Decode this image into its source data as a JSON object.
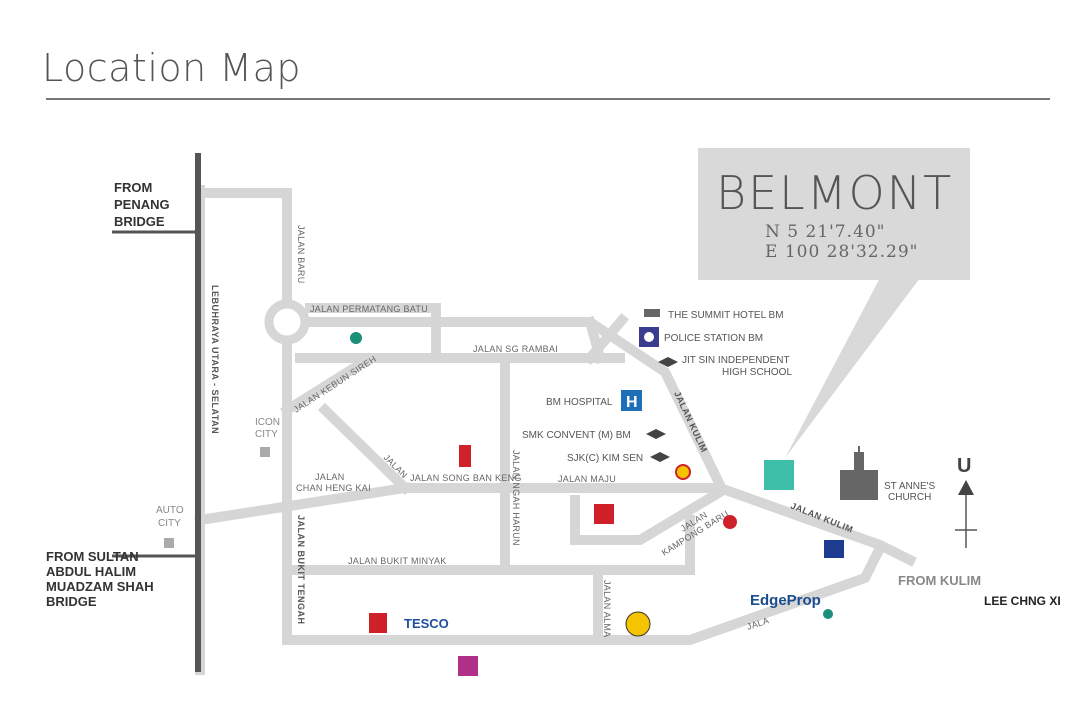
{
  "title": "Location Map",
  "callout": {
    "brand": "BELMONT",
    "lat": "N 5  21'7.40\"",
    "lon": "E 100  28'32.29\""
  },
  "origins": {
    "penang": [
      "FROM",
      "PENANG",
      "BRIDGE"
    ],
    "sultan": [
      "FROM SULTAN",
      "ABDUL HALIM",
      "MUADZAM SHAH",
      "BRIDGE"
    ],
    "kulim": "FROM KULIM"
  },
  "roads": {
    "jalan_baru": "JALAN BARU",
    "lebuhraya": "LEBUHRAYA UTARA - SELATAN",
    "permatang_batu": "JALAN PERMATANG BATU",
    "sg_rambai": "JALAN SG RAMBAI",
    "kebun_sireh": "JALAN KEBUN SIREH",
    "song_ban_keng": "JALAN SONG BAN KENG",
    "chan_heng_kai_1": "JALAN",
    "chan_heng_kai_2": "CHAN HENG KAI",
    "jalan_short": "JALAN",
    "maju": "JALAN MAJU",
    "bukit_minyak": "JALAN BUKIT MINYAK",
    "bukit_tengah": "JALAN BUKIT TENGAH",
    "ngah_harun": "JALAN NGAH HARUN",
    "alma": "JALAN ALMA",
    "kampong_baru_1": "JALAN",
    "kampong_baru_2": "KAMPONG BARU",
    "kulim_1": "JALAN KULIM",
    "kulim_2": "JALAN KULIM",
    "jalan_partial": "JALA"
  },
  "places": {
    "summit": "THE SUMMIT HOTEL BM",
    "police": "POLICE STATION BM",
    "jitsin_1": "JIT SIN INDEPENDENT",
    "jitsin_2": "HIGH SCHOOL",
    "hospital": "BM HOSPITAL",
    "smk": "SMK CONVENT (M) BM",
    "sjk": "SJK(C) KIM SEN",
    "icon_1": "ICON",
    "icon_2": "CITY",
    "auto_1": "AUTO",
    "auto_2": "CITY",
    "church_1": "ST ANNE'S",
    "church_2": "CHURCH",
    "tesco": "TESCO",
    "north": "U"
  },
  "watermark": {
    "edgeprop": "EdgeProp",
    "agent": "LEE CHNG XI"
  },
  "colors": {
    "road": "#d6d6d6",
    "highway": "#555555",
    "belmont": "#3dbfa9",
    "hospital": "#1f6fb8",
    "police": "#3b3b8f",
    "mcd": "#d0202a",
    "tesco": "#1d4fa0",
    "aeon": "#b0308a",
    "shell": "#f4c400"
  }
}
